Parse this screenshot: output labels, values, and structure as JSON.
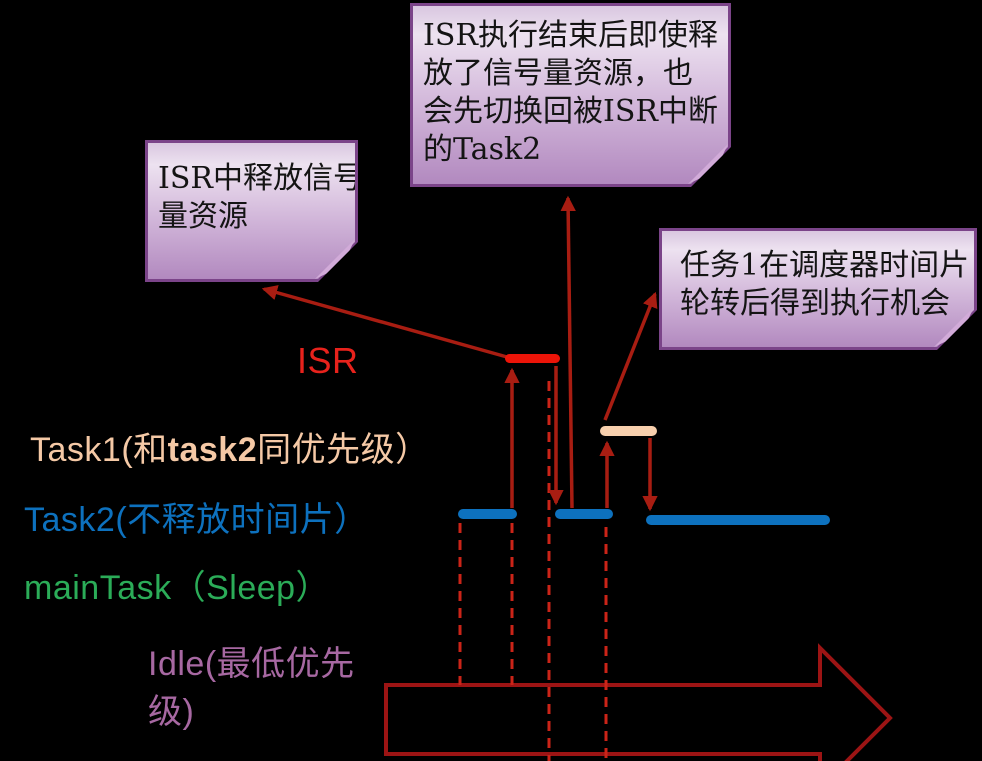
{
  "diagram_title": "RTOS ISR / task-switch timing diagram",
  "callouts": {
    "top": {
      "lines": [
        "ISR执行结束后即使释",
        "放了信号量资源，也",
        "会先切换回被ISR中断",
        "的Task2"
      ]
    },
    "left": {
      "lines": [
        "ISR中释放信号",
        "量资源"
      ]
    },
    "right": {
      "lines": [
        "任务1在调度器时间片",
        "轮转后得到执行机会"
      ]
    }
  },
  "labels": {
    "isr": "ISR",
    "task1_prefix": "Task1(和",
    "task1_bold": "task2",
    "task1_suffix": "同优先级）",
    "task2": "Task2(不释放时间片）",
    "maintask": "mainTask（Sleep）",
    "idle_line1": "Idle(最低优先",
    "idle_line2": "级)"
  },
  "colors": {
    "background": "#000000",
    "callout_border": "#7B4489",
    "callout_fill_top": "#EDE2F0",
    "callout_fill_bottom": "#B289BF",
    "isr_bar_red": "#EC1408",
    "isr_label_red": "#E8221C",
    "task1_bar_peach": "#F7CFAD",
    "task2_bar_blue": "#0D71BE",
    "maintask_green": "#2BAC58",
    "idle_mauve": "#A768A2",
    "connector_dark_red": "#A81D12",
    "dashed_line_red": "#CB2418",
    "time_axis_dark_red": "#9C1414"
  }
}
